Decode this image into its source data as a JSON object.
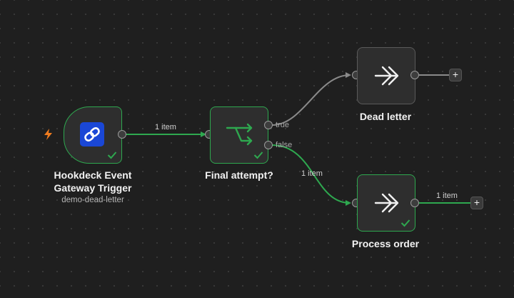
{
  "colors": {
    "success": "#2ea84f",
    "canvas": "#1f1f1f",
    "trigger_bolt": "#f07c1f",
    "hookdeck_blue": "#1a47d6"
  },
  "nodes": {
    "trigger": {
      "title_line1": "Hookdeck Event",
      "title_line2": "Gateway Trigger",
      "subtitle": "demo-dead-letter",
      "icon": "hookdeck-link-icon",
      "status": "success"
    },
    "if": {
      "title": "Final attempt?",
      "icon": "branch-icon",
      "true_label": "true",
      "false_label": "false",
      "status": "success"
    },
    "dead_letter": {
      "title": "Dead letter",
      "icon": "double-chevron-right-icon"
    },
    "process_order": {
      "title": "Process order",
      "icon": "double-chevron-right-icon",
      "status": "success"
    }
  },
  "edges": {
    "trigger_to_if": "1 item",
    "if_false_to_process": "1 item",
    "process_out": "1 item"
  },
  "plus_label": "+"
}
